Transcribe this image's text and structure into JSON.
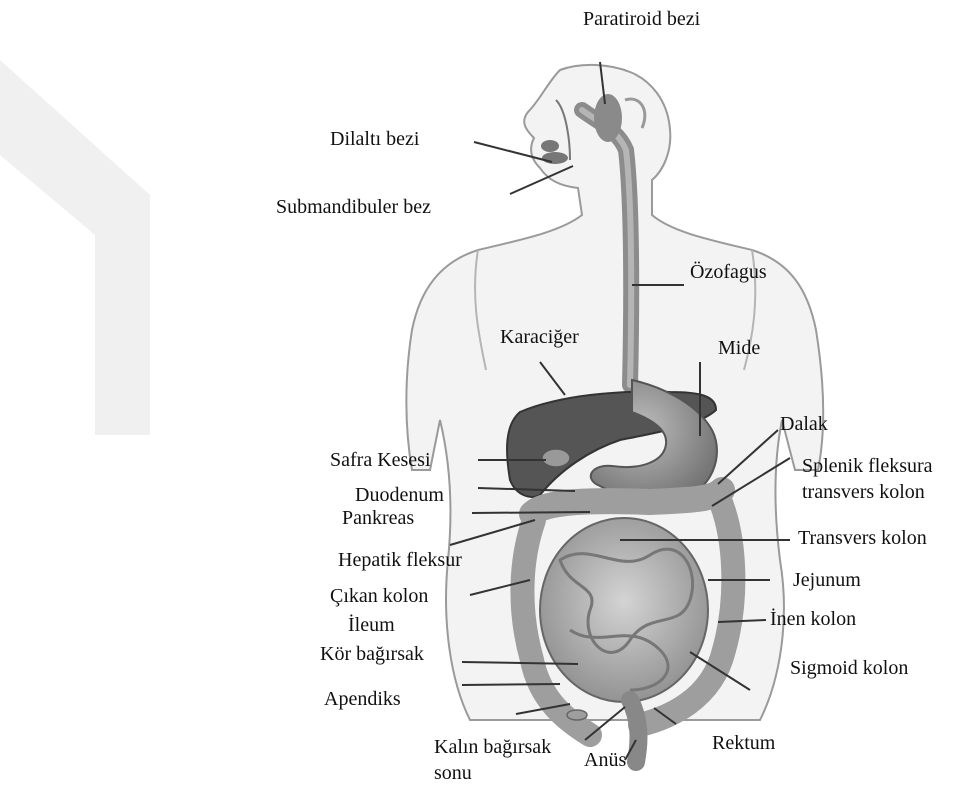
{
  "labels": {
    "paratiroid": "Paratiroid bezi",
    "dilalti": "Dilaltı bezi",
    "submandibuler": "Submandibuler bez",
    "ozofagus": "Özofagus",
    "karaciger": "Karaciğer",
    "mide": "Mide",
    "dalak": "Dalak",
    "splenik1": "Splenik fleksura",
    "splenik2": "transvers kolon",
    "safra": "Safra Kesesi",
    "duodenum": "Duodenum",
    "pankreas": "Pankreas",
    "transvers": "Transvers kolon",
    "hepatik": "Hepatik fleksur",
    "jejunum": "Jejunum",
    "cikan": "Çıkan kolon",
    "ileum": "İleum",
    "inen": "İnen kolon",
    "kor": "Kör bağırsak",
    "sigmoid": "Sigmoid kolon",
    "apendiks": "Apendiks",
    "kalin1": "Kalın bağırsak",
    "kalin2": "sonu",
    "anus": "Anüs",
    "rektum": "Rektum"
  }
}
